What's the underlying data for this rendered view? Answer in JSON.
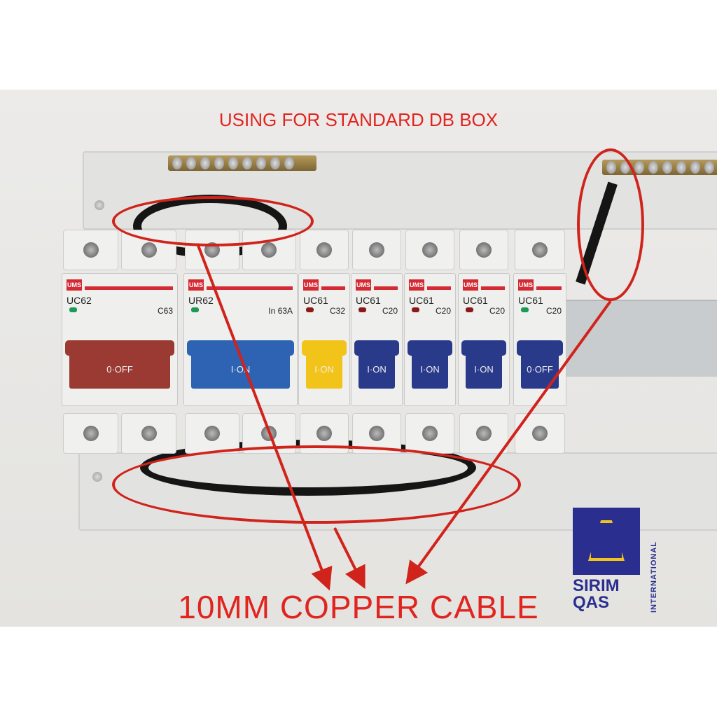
{
  "headline": "USING FOR STANDARD DB BOX",
  "caption": "10MM COPPER CABLE",
  "certification_logo": {
    "lines": [
      "SIRIM",
      "QAS"
    ],
    "side": "INTERNATIONAL",
    "color": "#2a2f8f"
  },
  "accent_color": "#e0241f",
  "breakers": [
    {
      "brand": "UMS",
      "model": "UC62",
      "rating": "C63",
      "handle": "0·OFF",
      "handle_color": "#9b3a32",
      "led": "#1a9a55"
    },
    {
      "brand": "UMS",
      "model": "UR62",
      "rating": "In 63A",
      "handle": "I·ON",
      "handle_color": "#2d63b2",
      "led": "#1a9a55"
    },
    {
      "brand": "UMS",
      "model": "UC61",
      "rating": "C32",
      "handle": "I·ON",
      "handle_color": "#f2c318",
      "led": "#8a1a1a"
    },
    {
      "brand": "UMS",
      "model": "UC61",
      "rating": "C20",
      "handle": "I·ON",
      "handle_color": "#2a3a8a",
      "led": "#8a1a1a"
    },
    {
      "brand": "UMS",
      "model": "UC61",
      "rating": "C20",
      "handle": "I·ON",
      "handle_color": "#2a3a8a",
      "led": "#8a1a1a"
    },
    {
      "brand": "UMS",
      "model": "UC61",
      "rating": "C20",
      "handle": "I·ON",
      "handle_color": "#2a3a8a",
      "led": "#8a1a1a"
    },
    {
      "brand": "UMS",
      "model": "UC61",
      "rating": "C20",
      "handle": "0·OFF",
      "handle_color": "#2a3a8a",
      "led": "#1a9a55"
    }
  ]
}
